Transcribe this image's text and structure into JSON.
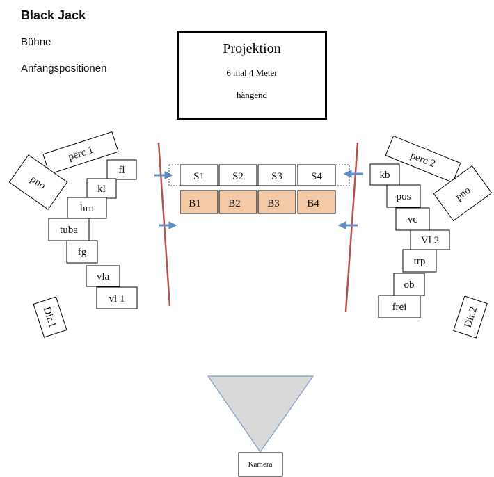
{
  "header": {
    "title": "Black Jack",
    "line1": "Bühne",
    "line2": "Anfangspositionen"
  },
  "projection": {
    "title": "Projektion",
    "size": "6 mal 4 Meter",
    "mount": "hängend"
  },
  "left_group": {
    "perc": "perc 1",
    "pno": "pno",
    "fl": "fl",
    "kl": "kl",
    "hrn": "hrn",
    "tuba": "tuba",
    "fg": "fg",
    "vla": "vla",
    "vl": "vl 1",
    "dir": "Dir.1"
  },
  "right_group": {
    "perc": "perc 2",
    "pno": "pno",
    "kb": "kb",
    "pos": "pos",
    "vc": "vc",
    "vl": "Vl 2",
    "trp": "trp",
    "ob": "ob",
    "frei": "frei",
    "dir": "Dir.2"
  },
  "stage": {
    "s_row": [
      "S1",
      "S2",
      "S3",
      "S4"
    ],
    "b_row": [
      "B1",
      "B2",
      "B3",
      "B4"
    ]
  },
  "camera": "Kamera",
  "colors": {
    "seat_fill": "#f3c9a6",
    "line_red": "#b5524f",
    "arrow_blue": "#5f8fc8",
    "camera_fill": "#d9d9d9"
  }
}
